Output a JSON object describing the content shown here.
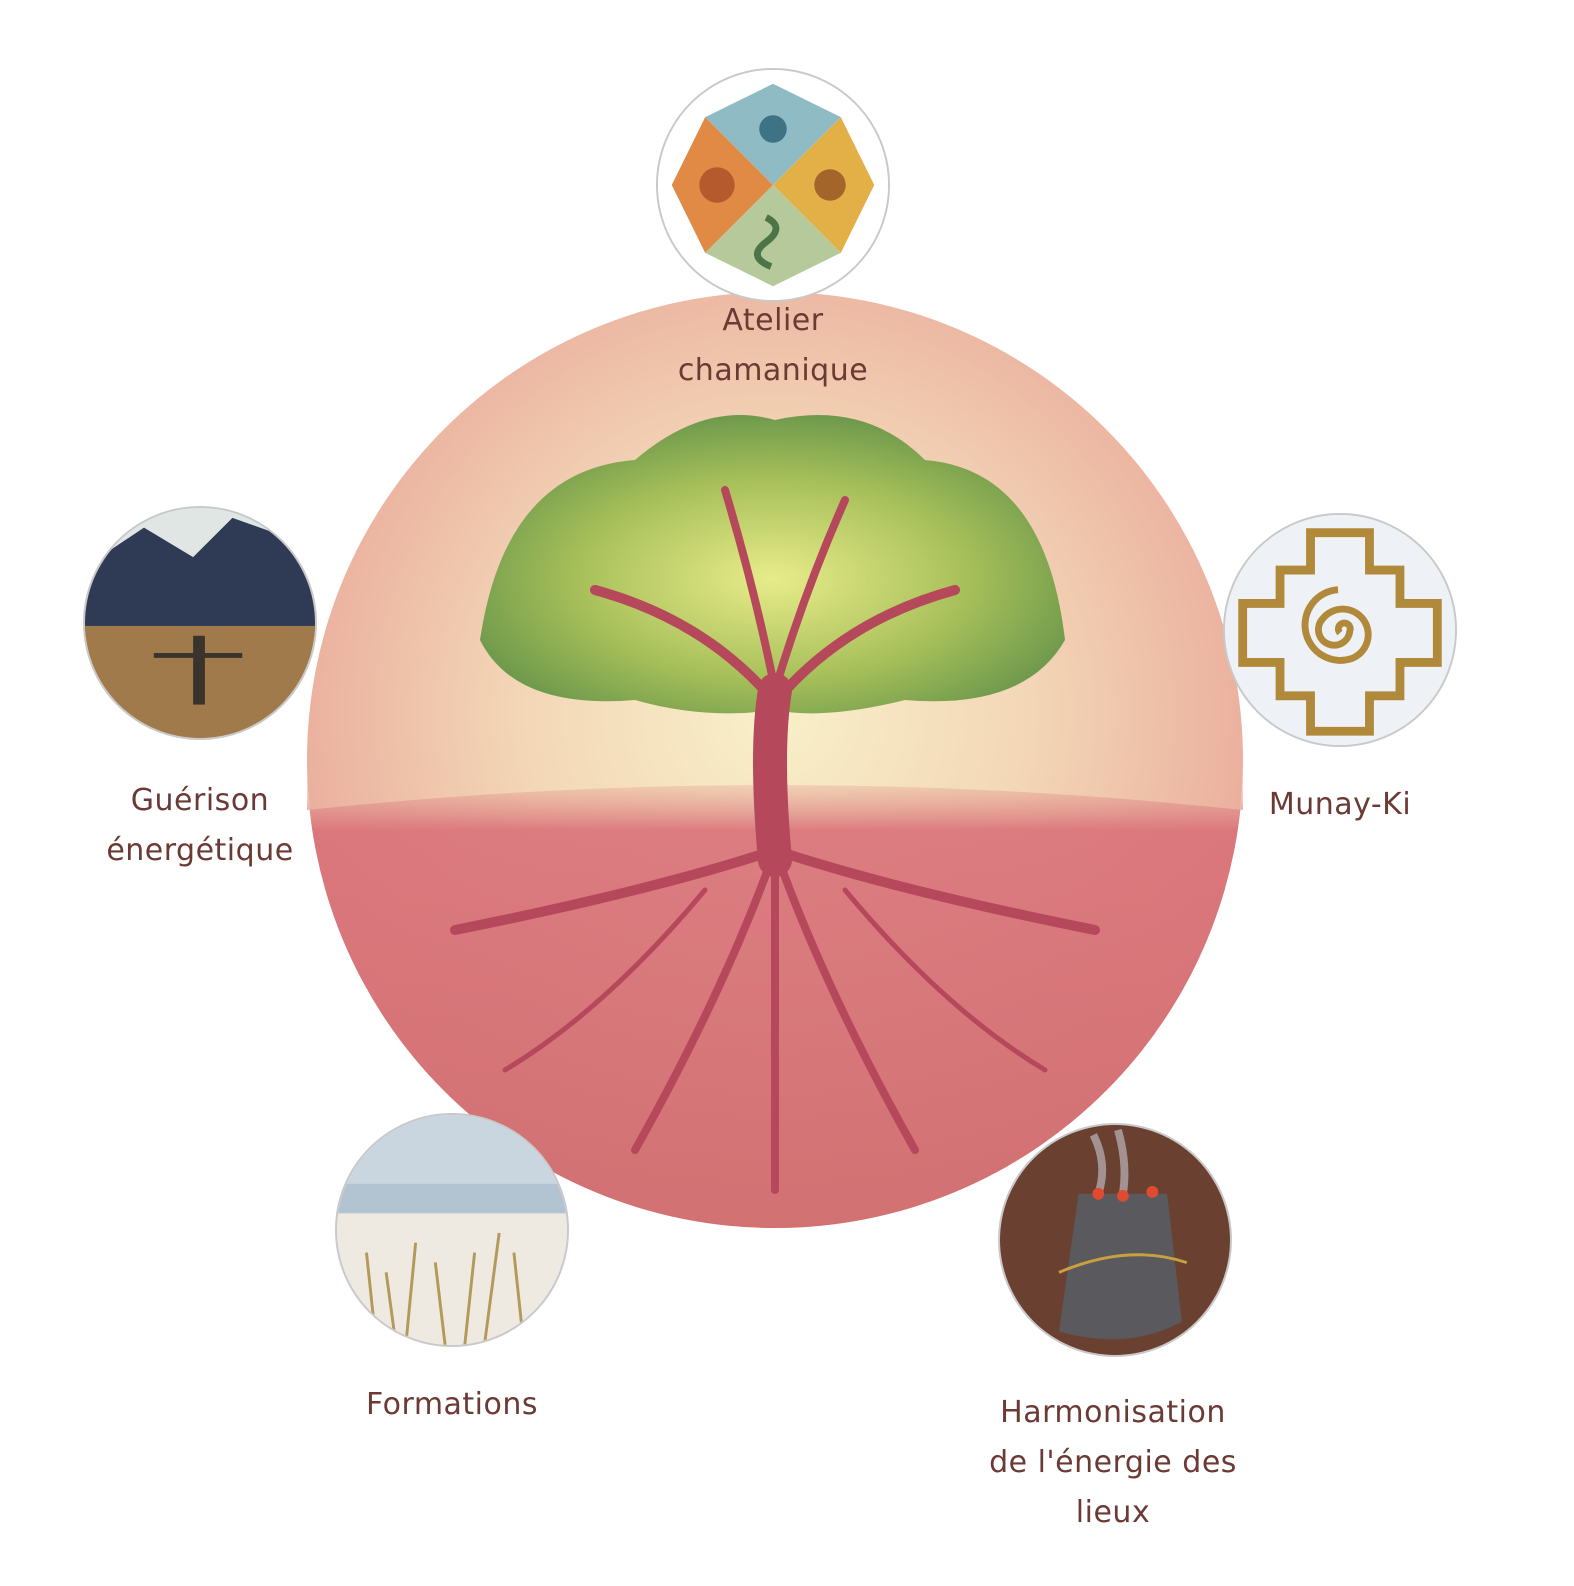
{
  "center": {
    "image": "tree-of-life"
  },
  "services": [
    {
      "id": "atelier",
      "lines": [
        "Atelier",
        "chamanique"
      ],
      "icon": "four-animals-medicine-wheel-icon"
    },
    {
      "id": "guerison",
      "lines": [
        "Guérison",
        "énergétique"
      ],
      "icon": "person-in-mountains-photo"
    },
    {
      "id": "munay",
      "lines": [
        "Munay-Ki"
      ],
      "icon": "chakana-spiral-icon"
    },
    {
      "id": "formations",
      "lines": [
        "Formations"
      ],
      "icon": "beach-grass-photo"
    },
    {
      "id": "harmonisation",
      "lines": [
        "Harmonisation",
        "de l'énergie des",
        "lieux"
      ],
      "icon": "sage-smudge-photo"
    }
  ],
  "colors": {
    "text": "#6b3a35",
    "gold": "#b08a3a"
  }
}
